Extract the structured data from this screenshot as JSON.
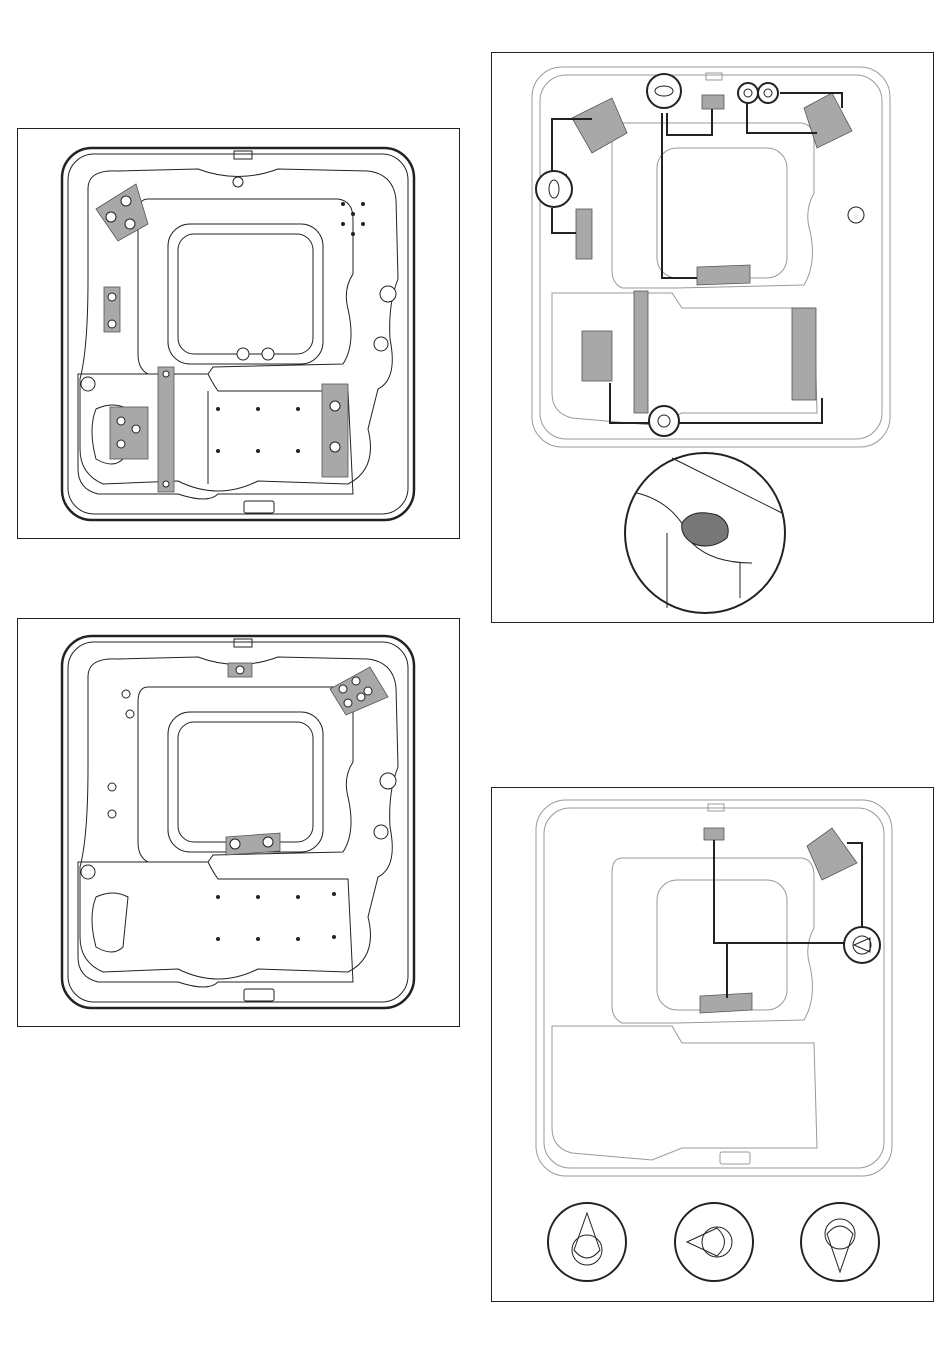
{
  "page": {
    "panels": [
      {
        "id": "spa-top-view-highlighted-jets",
        "highlight": "#a8a8a8"
      },
      {
        "id": "spa-top-view-neck-jets",
        "highlight": "#a8a8a8"
      },
      {
        "id": "spa-diverter-valve-map",
        "highlight": "#a8a8a8"
      },
      {
        "id": "spa-air-control-map",
        "highlight": "#a8a8a8"
      }
    ]
  },
  "colors": {
    "line": "#222222",
    "faint_line": "#bbbbbb",
    "highlight": "#a8a8a8",
    "knob": "#777777"
  },
  "icons": [
    "diverter-valve-icon",
    "air-control-knob-icon",
    "knob-position-up-icon",
    "knob-position-left-icon",
    "knob-position-down-icon"
  ]
}
